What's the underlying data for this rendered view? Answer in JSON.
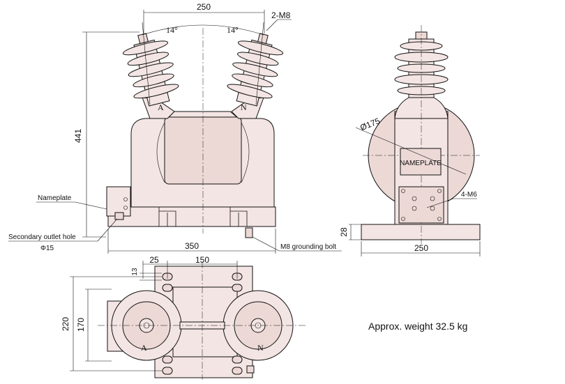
{
  "side_view": {
    "dim_top": "250",
    "bolt_top": "2-M8",
    "angle_left": "14°",
    "angle_right": "14°",
    "dim_height": "441",
    "dim_bottom": "350",
    "terminal_a": "A",
    "terminal_n": "N",
    "label_nameplate": "Nameplate",
    "label_outlet": "Secondary outlet hole",
    "label_outlet_dia": "Φ15",
    "label_ground": "M8 grounding bolt"
  },
  "end_view": {
    "dim_dia": "Ø175",
    "nameplate_text": "NAMEPLATE",
    "bolt_label": "4-M6",
    "dim_base_h": "28",
    "dim_width": "250"
  },
  "top_view": {
    "dim_25": "25",
    "dim_150": "150",
    "dim_13": "13",
    "dim_220": "220",
    "dim_170": "170",
    "terminal_a": "A",
    "terminal_n": "N"
  },
  "weight_note": "Approx. weight 32.5 kg"
}
